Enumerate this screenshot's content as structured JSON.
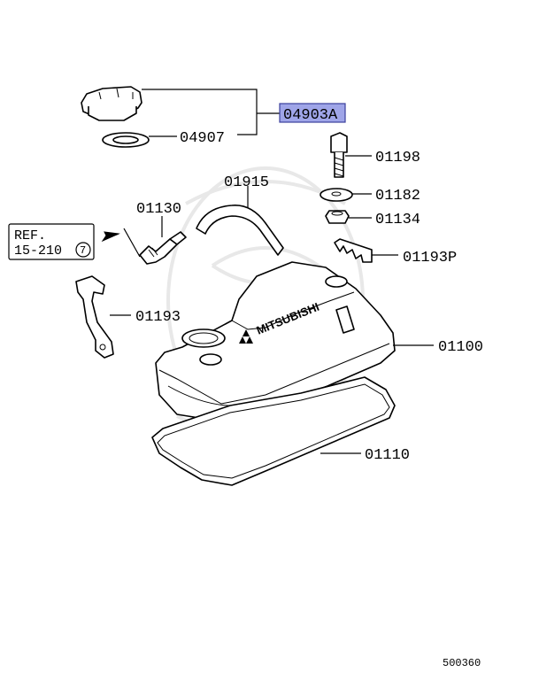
{
  "parts": {
    "cap_assy": "04903A",
    "gasket_cap": "04907",
    "bolt": "01198",
    "washer": "01182",
    "grommet": "01134",
    "clip_p": "01193P",
    "hose": "01915",
    "pcv_valve": "01130",
    "bracket": "01193",
    "rocker_cover": "01100",
    "cover_gasket": "01110"
  },
  "reference": {
    "line1": "REF.",
    "line2": "15-210",
    "circle_num": "7"
  },
  "cover_text": "MITSUBISHI",
  "diagram_code": "500360",
  "colors": {
    "highlight_fill": "#9fa5e8",
    "highlight_border": "#3b3f9c"
  }
}
